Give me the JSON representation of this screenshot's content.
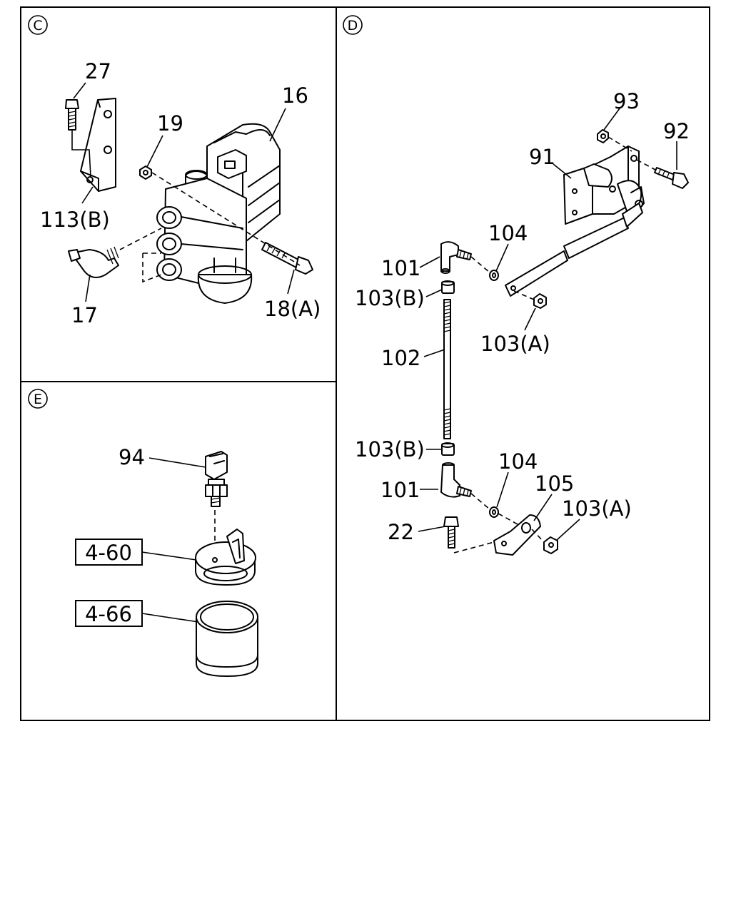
{
  "sections": {
    "c": "C",
    "d": "D",
    "e": "E"
  },
  "labels": {
    "c_27": "27",
    "c_16": "16",
    "c_19": "19",
    "c_113b": "113(B)",
    "c_17": "17",
    "c_18a": "18(A)",
    "d_93": "93",
    "d_92": "92",
    "d_91": "91",
    "d_104_top": "104",
    "d_101_top": "101",
    "d_103b_top": "103(B)",
    "d_103a_top": "103(A)",
    "d_102": "102",
    "d_103b_bottom": "103(B)",
    "d_104_bottom": "104",
    "d_105": "105",
    "d_101_bottom": "101",
    "d_103a_bottom": "103(A)",
    "d_22": "22",
    "e_94": "94",
    "e_ref_460": "4-60",
    "e_ref_466": "4-66"
  }
}
